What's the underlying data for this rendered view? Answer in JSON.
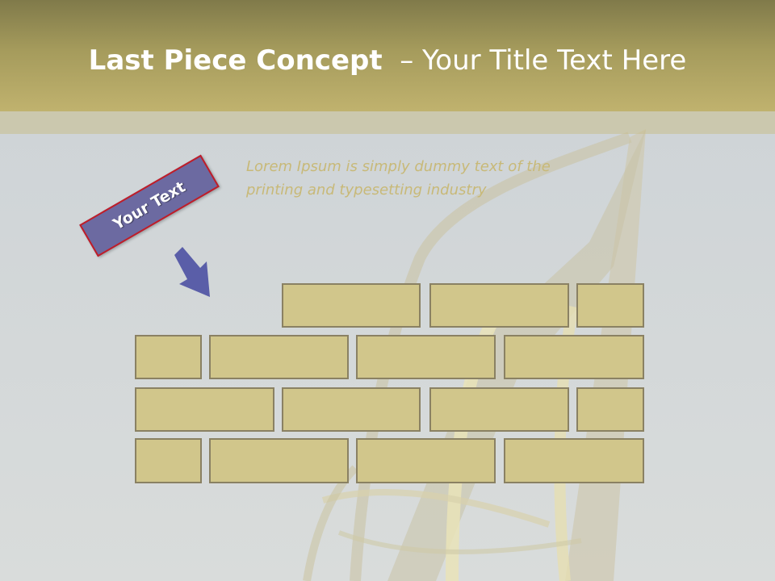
{
  "slide": {
    "title_bold": "Last Piece Concept",
    "title_rest": "– Your Title Text Here",
    "body_text": "Lorem Ipsum is simply dummy text of the printing and typesetting industry",
    "callout_label": "Your Text"
  },
  "colors": {
    "header_top": "#807a4a",
    "header_bottom": "#c0b26e",
    "brick_fill": "#d1c68b",
    "brick_border": "#8a8163",
    "callout_fill": "#6c6aa1",
    "callout_border": "#c01d28",
    "arrow_fill": "#5a5ea8",
    "body_text_color": "#c8b978"
  },
  "icons": {
    "arrow": "down-right-arrow-icon"
  }
}
